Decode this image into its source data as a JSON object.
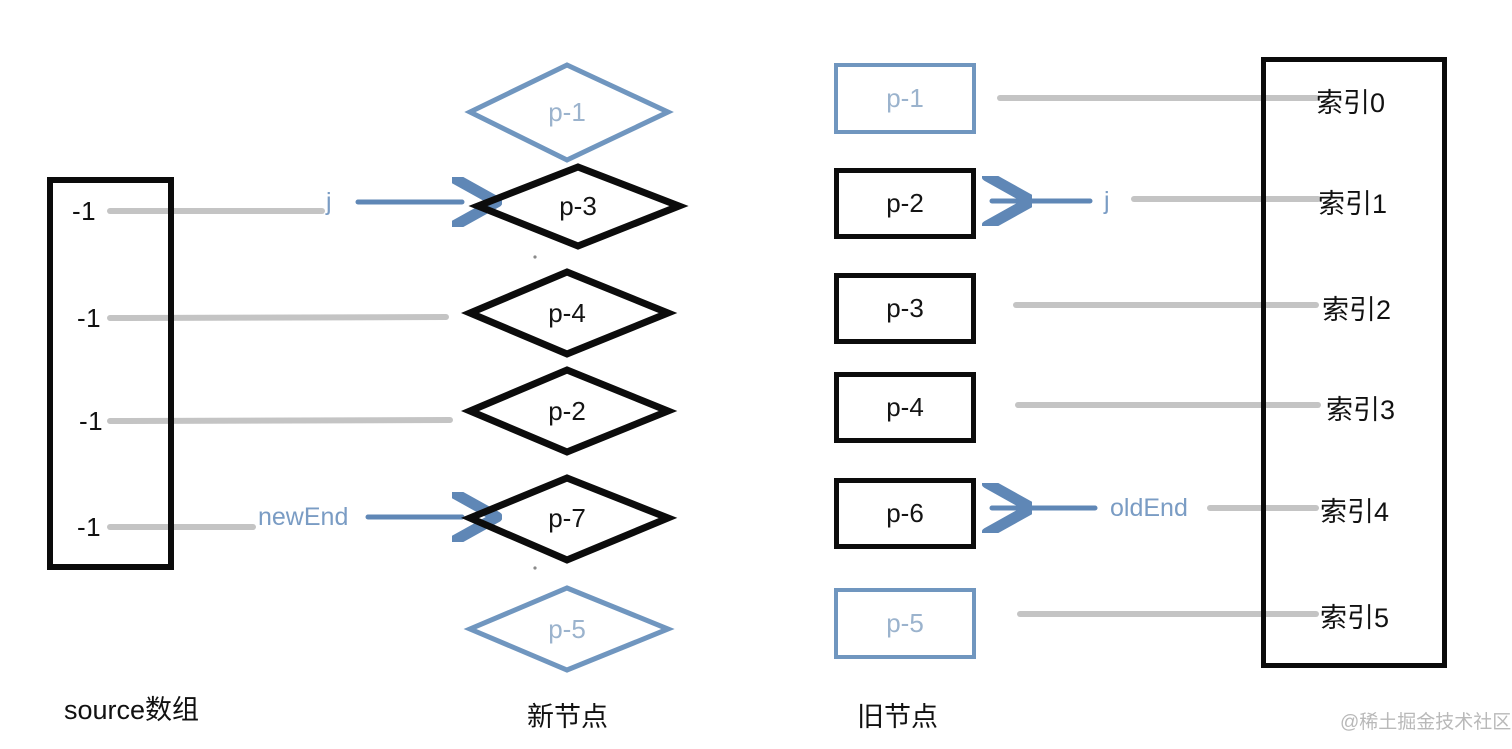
{
  "colors": {
    "black": "#0b0b0b",
    "blue_stroke": "#7096bf",
    "blue_text": "#9bb3cd",
    "arrow_blue": "#5f87b6",
    "gray_line": "#c4c4c4",
    "watermark": "#b9b9b9",
    "background": "#ffffff"
  },
  "source_array": {
    "caption": "source数组",
    "cells": [
      {
        "value": "-1"
      },
      {
        "value": "-1"
      },
      {
        "value": "-1"
      },
      {
        "value": "-1"
      }
    ]
  },
  "new_nodes": {
    "caption": "新节点",
    "shape": "diamond",
    "items": [
      {
        "label": "p-1",
        "style": "blue"
      },
      {
        "label": "p-3",
        "style": "black"
      },
      {
        "label": "p-4",
        "style": "black"
      },
      {
        "label": "p-2",
        "style": "black"
      },
      {
        "label": "p-7",
        "style": "black"
      },
      {
        "label": "p-5",
        "style": "blue"
      }
    ]
  },
  "old_nodes": {
    "caption": "旧节点",
    "shape": "rectangle",
    "items": [
      {
        "label": "p-1",
        "style": "blue"
      },
      {
        "label": "p-2",
        "style": "black"
      },
      {
        "label": "p-3",
        "style": "black"
      },
      {
        "label": "p-4",
        "style": "black"
      },
      {
        "label": "p-6",
        "style": "black"
      },
      {
        "label": "p-5",
        "style": "blue"
      }
    ]
  },
  "index_column": {
    "labels": [
      "索引0",
      "索引1",
      "索引2",
      "索引3",
      "索引4",
      "索引5"
    ]
  },
  "pointers": {
    "left": [
      {
        "name": "j",
        "label": "j",
        "direction": "right",
        "target": "p-3"
      },
      {
        "name": "newEnd",
        "label": "newEnd",
        "direction": "right",
        "target": "p-7"
      }
    ],
    "right": [
      {
        "name": "j",
        "label": "j",
        "direction": "left",
        "target": "p-2"
      },
      {
        "name": "oldEnd",
        "label": "oldEnd",
        "direction": "left",
        "target": "p-6"
      }
    ]
  },
  "watermark": "@稀土掘金技术社区"
}
